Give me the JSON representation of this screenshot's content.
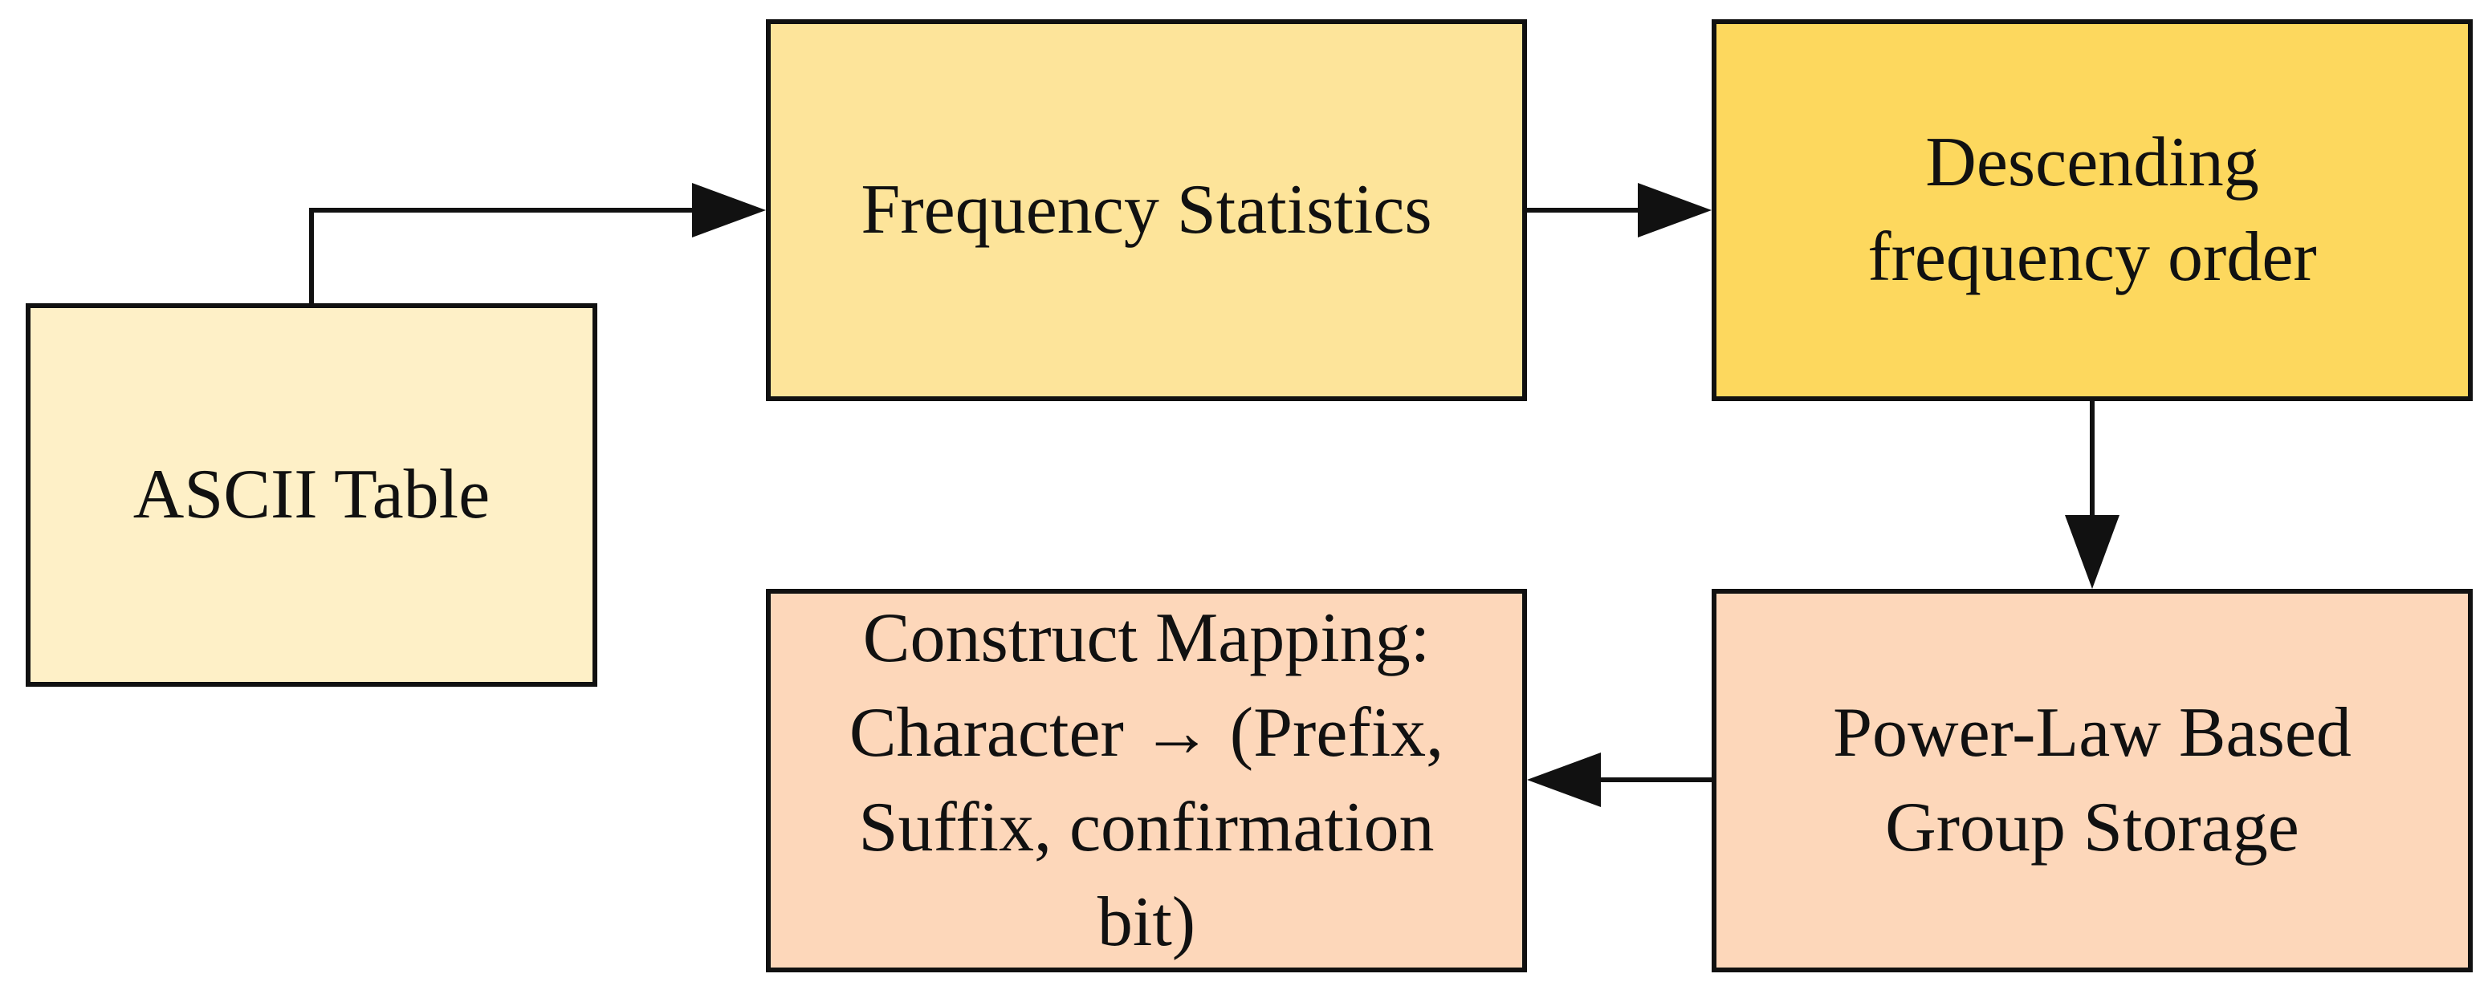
{
  "colors": {
    "ascii_fill": "#FEF0C7",
    "freq_fill": "#FDE49A",
    "desc_fill": "#FDD85E",
    "powerlaw_fill": "#FDD7BA",
    "mapping_fill": "#FDD7BA",
    "stroke": "#111111"
  },
  "nodes": {
    "ascii": {
      "lines": [
        "ASCII Table"
      ]
    },
    "freq": {
      "lines": [
        "Frequency Statistics"
      ]
    },
    "desc": {
      "lines": [
        "Descending",
        "frequency order"
      ]
    },
    "powerlaw": {
      "lines": [
        "Power-Law Based",
        "Group Storage"
      ]
    },
    "mapping": {
      "lines": [
        "Construct Mapping:",
        "Character → (Prefix,",
        "Suffix, confirmation",
        "bit)"
      ]
    }
  }
}
